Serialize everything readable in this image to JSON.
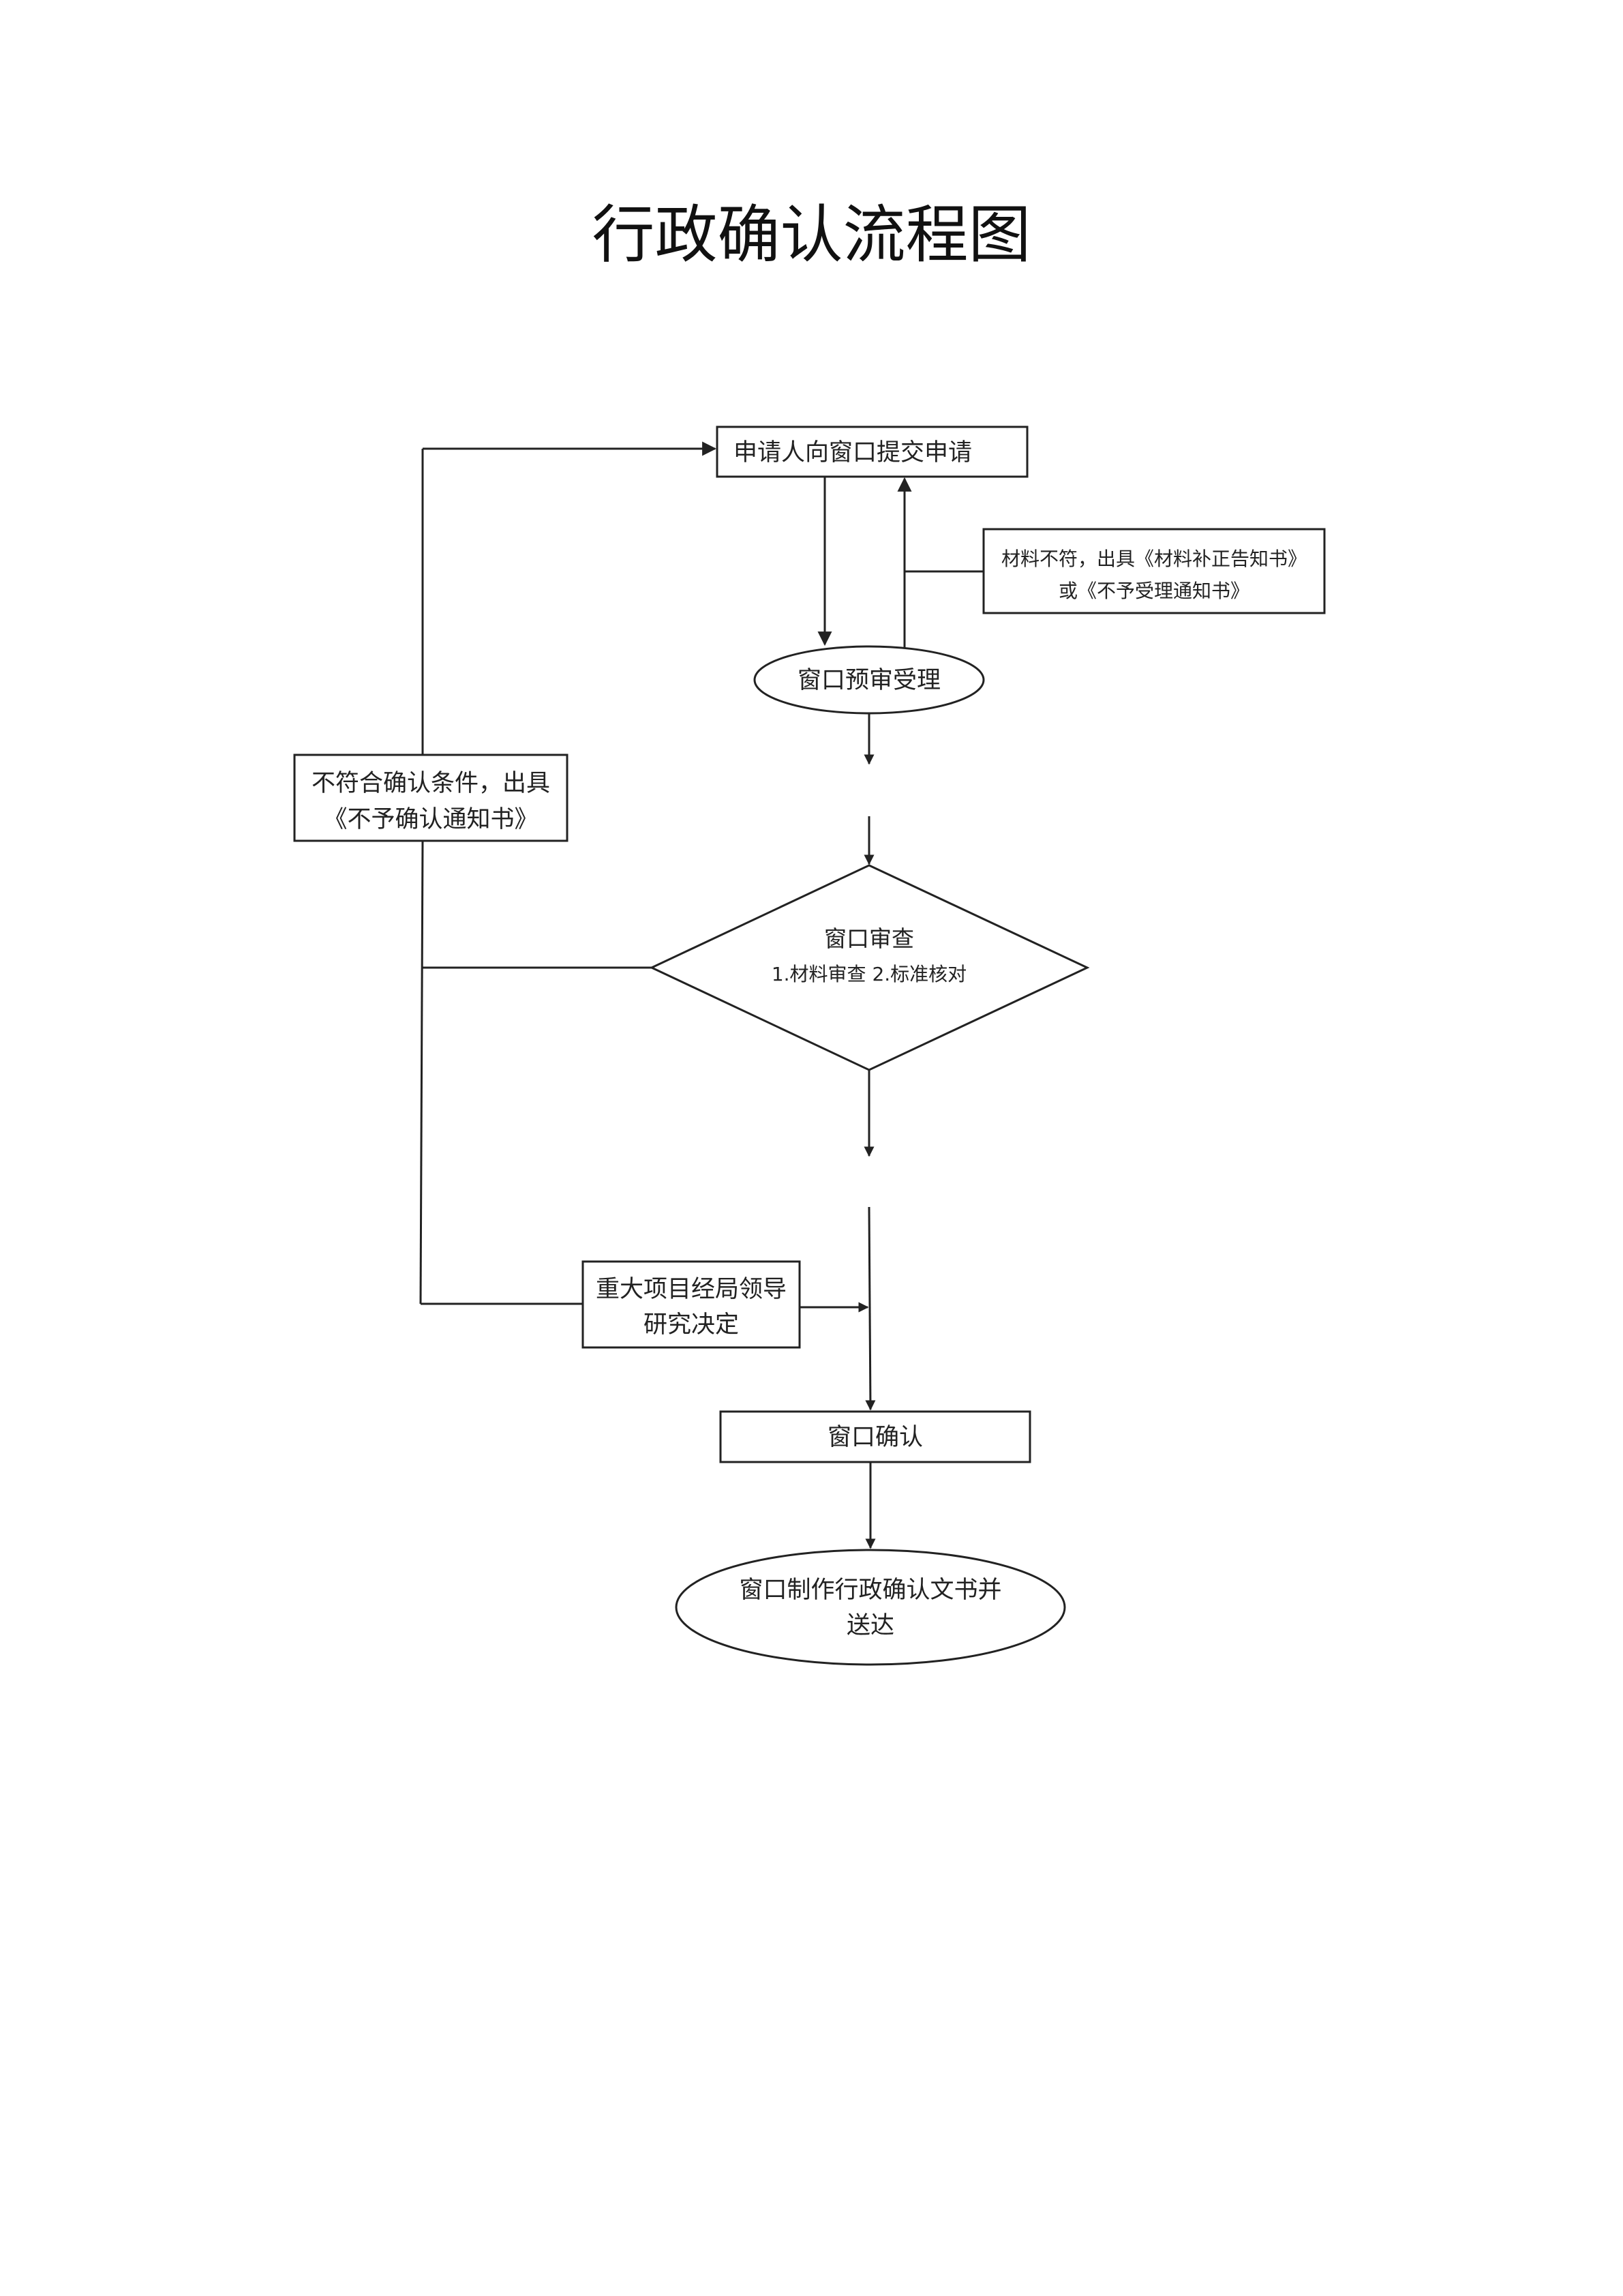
{
  "title": "行政确认流程图",
  "nodes": {
    "submit": "申请人向窗口提交申请",
    "notice_line1": "材料不符，出具《材料补正告知书》",
    "notice_line2": "或《不予受理通知书》",
    "pre_review": "窗口预审受理",
    "reject_line1": "不符合确认条件，出具",
    "reject_line2": "《不予确认通知书》",
    "review_title": "窗口审查",
    "review_sub": "1.材料审查  2.标准核对",
    "leader_line1": "重大项目经局领导",
    "leader_line2": "研究决定",
    "confirm": "窗口确认",
    "deliver_line1": "窗口制作行政确认文书并",
    "deliver_line2": "送达"
  }
}
